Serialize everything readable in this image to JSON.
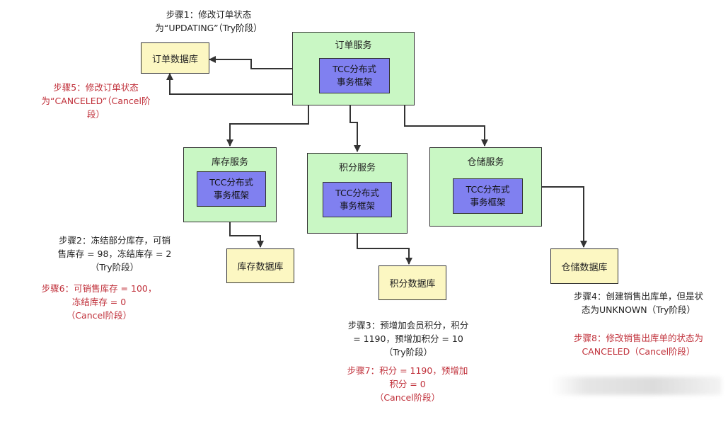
{
  "services": {
    "order": {
      "title": "订单服务",
      "tcc_line1": "TCC分布式",
      "tcc_line2": "事务框架"
    },
    "inventory": {
      "title": "库存服务",
      "tcc_line1": "TCC分布式",
      "tcc_line2": "事务框架"
    },
    "points": {
      "title": "积分服务",
      "tcc_line1": "TCC分布式",
      "tcc_line2": "事务框架"
    },
    "warehouse": {
      "title": "仓储服务",
      "tcc_line1": "TCC分布式",
      "tcc_line2": "事务框架"
    }
  },
  "databases": {
    "order": "订单数据库",
    "inventory": "库存数据库",
    "points": "积分数据库",
    "warehouse": "仓储数据库"
  },
  "notes": {
    "step1": [
      "步骤1：修改订单状态",
      "为“UPDATING”（Try阶段）"
    ],
    "step5": [
      "步骤5：修改订单状态",
      "为“CANCELED”（Cancel阶",
      "段）"
    ],
    "step2": [
      "步骤2：冻结部分库存，可销",
      "售库存 = 98，冻结库存 = 2",
      "（Try阶段）"
    ],
    "step6": [
      "步骤6：可销售库存 = 100，",
      "冻结库存 = 0",
      "（Cancel阶段）"
    ],
    "step3": [
      "步骤3：预增加会员积分，积分",
      "= 1190，预增加积分 = 10",
      "（Try阶段）"
    ],
    "step7": [
      "步骤7：积分 = 1190，预增加",
      "积分 = 0",
      "（Cancel阶段）"
    ],
    "step4": [
      "步骤4：创建销售出库单，但是状",
      "态为UNKNOWN（Try阶段）"
    ],
    "step8": [
      "步骤8：修改销售出库单的状态为",
      "CANCELED（Cancel阶段）"
    ]
  },
  "colors": {
    "service_bg": "#c9f7c4",
    "tcc_bg": "#8080f0",
    "db_bg": "#fcf7c2",
    "cancel_text": "#c0303a",
    "arrow": "#333333"
  }
}
